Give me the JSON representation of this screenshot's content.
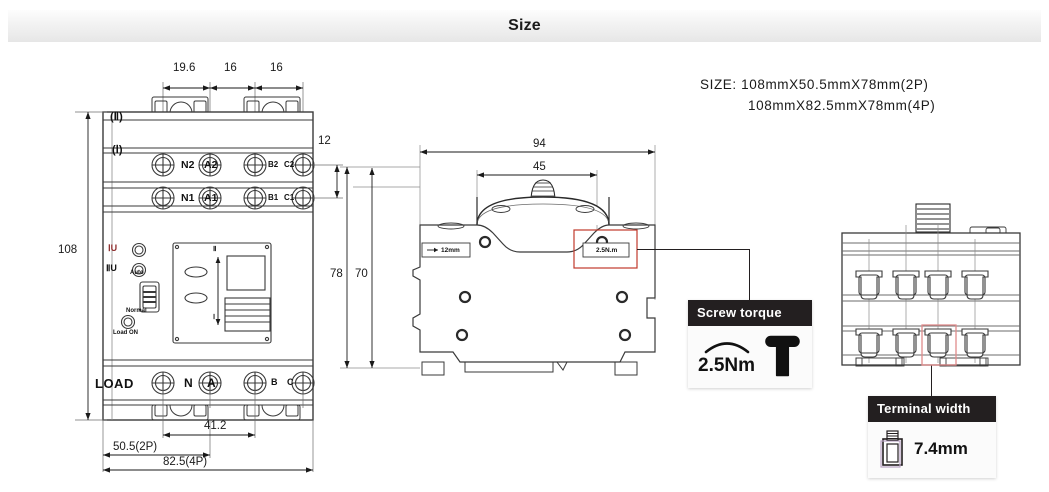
{
  "header": {
    "title": "Size"
  },
  "size_spec": {
    "label": "SIZE:",
    "line1": "108mmX50.5mmX78mm(2P)",
    "line2": "108mmX82.5mmX78mm(4P)"
  },
  "front_view": {
    "top_dimensions": [
      "19.6",
      "16",
      "16"
    ],
    "height_dimension": "108",
    "terminal_row_dimension": "12",
    "bottom_dimensions": [
      "41.2",
      "50.5(2P)",
      "82.5(4P)"
    ],
    "rows": [
      {
        "row_mark": "(Ⅱ)",
        "terminals": [
          "N2",
          "A2",
          "B2",
          "C2"
        ]
      },
      {
        "row_mark": "(Ⅰ)",
        "terminals": [
          "N1",
          "A1",
          "B1",
          "C1"
        ]
      }
    ],
    "load_row": {
      "label": "LOAD",
      "terminals": [
        "N",
        "A",
        "B",
        "C"
      ]
    },
    "indicators": [
      "ⅠU",
      "ⅡU"
    ],
    "switch_labels": {
      "top": "Auto",
      "bottom": "Normal"
    },
    "lamp_label": "Load ON",
    "handle_marks": {
      "upper": "Ⅱ",
      "lower": "Ⅰ"
    }
  },
  "side_view": {
    "dimensions": {
      "width_total": "94",
      "width_inner": "45",
      "height_total": "78",
      "height_inner": "70"
    },
    "annotations": {
      "strip_length": "12mm",
      "torque": "2.5N.m"
    },
    "highlight_color": "#c0392b"
  },
  "callouts": [
    {
      "title": "Screw torque",
      "value": "2.5Nm",
      "icon": "screw-icon"
    },
    {
      "title": "Terminal width",
      "value": "7.4mm",
      "icon": "terminal-icon"
    }
  ],
  "top_view": {
    "pole_count": 4,
    "highlight_color": "#e8a0a0"
  },
  "colors": {
    "ink": "#231f20",
    "line": "#3a3a3a",
    "accent_red": "#c0392b",
    "header_bg": "#efefef"
  }
}
